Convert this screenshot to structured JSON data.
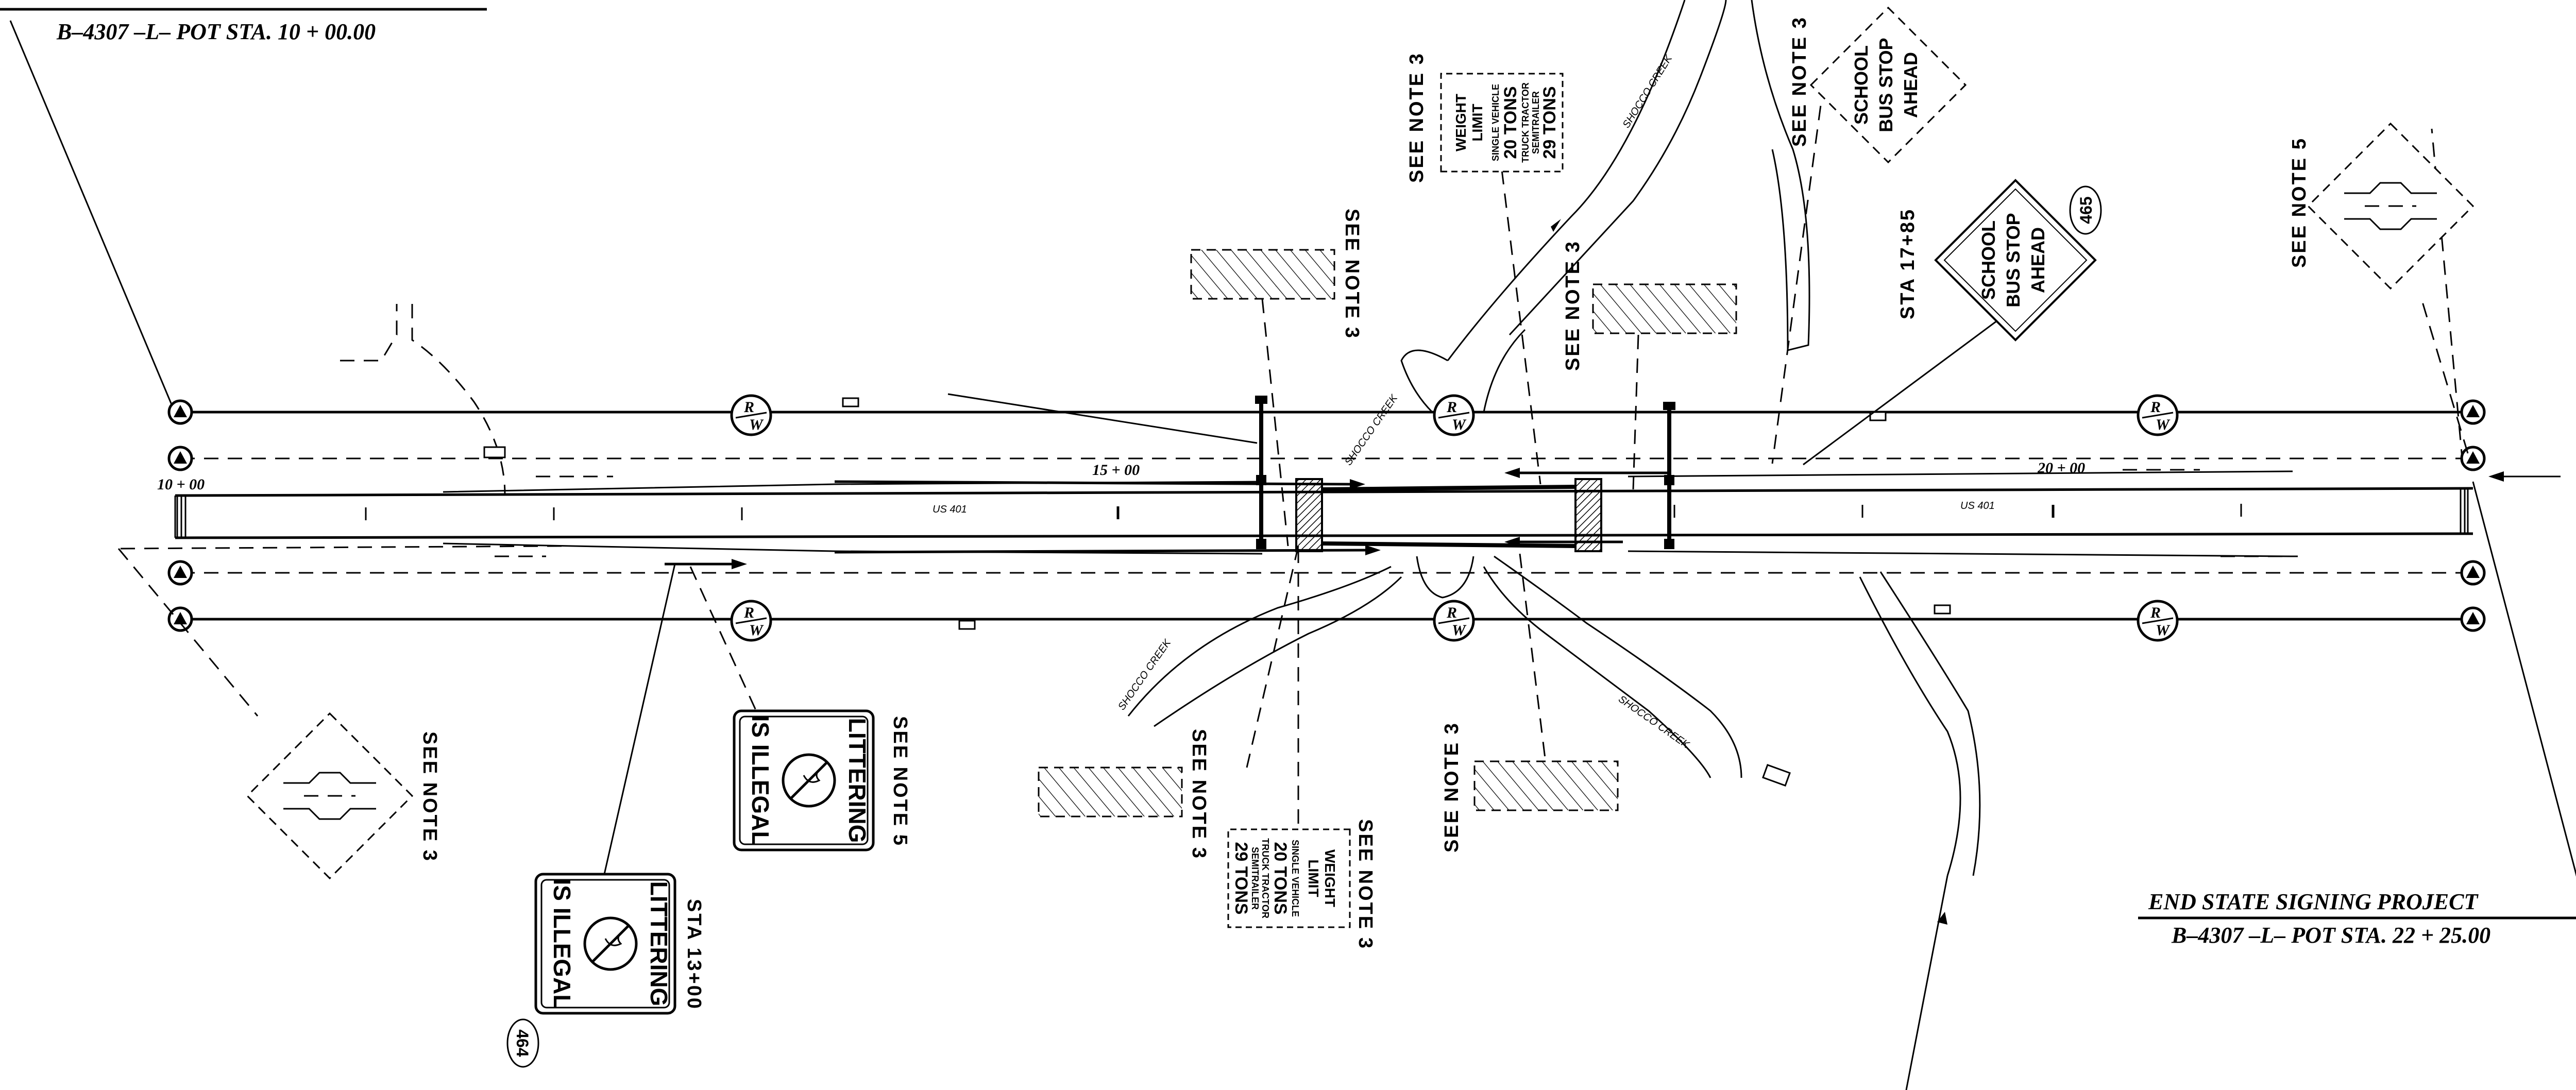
{
  "title_top": {
    "line1": "B–4307 –L– POT STA. 10 + 00.00"
  },
  "title_end": {
    "line1": "END STATE SIGNING PROJECT",
    "line2": "B–4307 –L– POT STA. 22 + 25.00"
  },
  "stations": {
    "sta_10": "10 + 00",
    "sta_15": "15 + 00",
    "sta_20": "20 + 00"
  },
  "road_labels": {
    "us401_a": "US 401",
    "us401_b": "US 401"
  },
  "creek_labels": {
    "a": "SHOCCO CREEK",
    "b": "SHOCCO CREEK",
    "c": "SHOCCO CREEK",
    "d": "SHOCCO CREEK"
  },
  "row_marker": {
    "r": "R",
    "w": "W"
  },
  "notes": {
    "n1": "SEE NOTE 3",
    "n2": "SEE NOTE 3",
    "n3": "SEE NOTE 3",
    "n4": "SEE NOTE 3",
    "n5": "SEE NOTE 5",
    "n6": "SEE NOTE 3",
    "n7": "SEE NOTE 3",
    "n8": "SEE NOTE 3",
    "n9": "SEE NOTE 5",
    "n10": "SEE NOTE 3"
  },
  "sta_callouts": {
    "s1785": "STA 17+85",
    "s1300": "STA 13+00"
  },
  "sign_ids": {
    "id465": "465",
    "id464": "464"
  },
  "school_sign": {
    "l1": "SCHOOL",
    "l2": "BUS STOP",
    "l3": "AHEAD"
  },
  "weight_sign": {
    "l1": "WEIGHT",
    "l2": "LIMIT",
    "l3": "SINGLE  VEHICLE",
    "l4": "20 TONS",
    "l5": "TRUCK  TRACTOR",
    "l6": "SEMITRAILER",
    "l7": "29 TONS"
  },
  "litter_sign": {
    "l1": "LITTERING",
    "l2": "IS ILLEGAL"
  },
  "colors": {
    "ink": "#000000",
    "paper": "#ffffff"
  }
}
